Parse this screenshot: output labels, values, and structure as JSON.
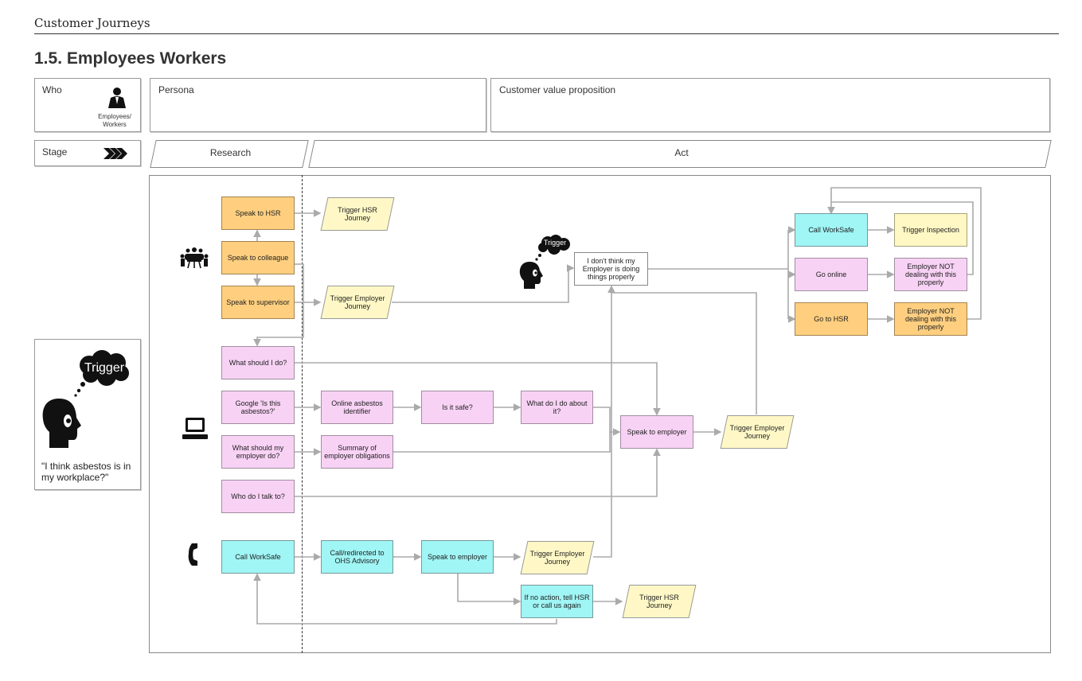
{
  "header": {
    "section": "Customer Journeys",
    "title": "1.5. Employees Workers"
  },
  "who": {
    "label": "Who",
    "role_caption": "Employees/ Workers"
  },
  "persona": {
    "label": "Persona"
  },
  "cvp": {
    "label": "Customer value proposition"
  },
  "stage": {
    "label": "Stage",
    "research": "Research",
    "act": "Act"
  },
  "trigger_card": {
    "bubble": "Trigger",
    "quote": "\"I think asbestos is in my workplace?\""
  },
  "mini_trigger": "Trigger",
  "nodes": {
    "speak_hsr": "Speak to HSR",
    "speak_colleague": "Speak to colleague",
    "speak_supervisor": "Speak to supervisor",
    "trigger_hsr_1": "Trigger HSR Journey",
    "trigger_employer_1": "Trigger Employer Journey",
    "dont_think": "I don't think my Employer is doing things properly",
    "call_worksafe_top": "Call WorkSafe",
    "trigger_inspection": "Trigger Inspection",
    "go_online": "Go online",
    "employer_not_1": "Employer NOT dealing with this properly",
    "go_hsr": "Go to HSR",
    "employer_not_2": "Employer NOT dealing with this properly",
    "what_should_i": "What should I do?",
    "google": "Google 'Is this asbestos?'",
    "online_identifier": "Online asbestos identifier",
    "is_it_safe": "Is it safe?",
    "what_do_i_do": "What do I do about it?",
    "speak_employer_mid": "Speak to employer",
    "trigger_employer_2": "Trigger Employer Journey",
    "what_should_employer": "What should my employer do?",
    "summary_obligations": "Summary of employer obligations",
    "who_do_i_talk": "Who do I talk to?",
    "call_worksafe_bottom": "Call WorkSafe",
    "call_redirected": "Call/redirected to OHS Advisory",
    "speak_employer_bottom": "Speak to employer",
    "trigger_employer_3": "Trigger Employer Journey",
    "if_no_action": "If no action, tell HSR or call us again",
    "trigger_hsr_2": "Trigger HSR Journey"
  },
  "icons": [
    "person-icon",
    "forward-chevrons-icon",
    "meeting-icon",
    "thinking-head-icon",
    "laptop-icon",
    "phone-icon"
  ],
  "colors": {
    "orange": "#ffcf7f",
    "pink": "#f8d2f5",
    "cyan": "#a0f5f5",
    "yellow": "#fff7c4",
    "connector": "#aaaaaa"
  }
}
